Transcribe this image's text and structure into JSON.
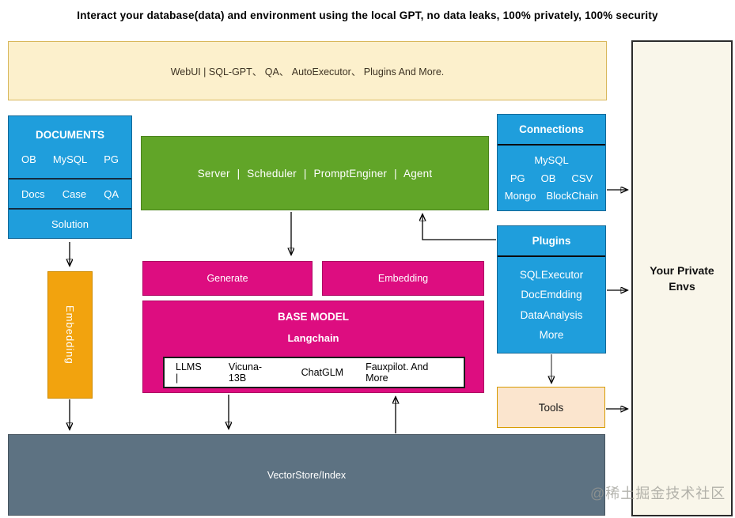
{
  "page_title": "Interact your database(data) and environment using the local GPT, no data leaks, 100% privately, 100% security",
  "banner": {
    "label": "WebUI | SQL-GPT、 QA、 AutoExecutor、 Plugins And More."
  },
  "documents": {
    "title": "DOCUMENTS",
    "row1": [
      "OB",
      "MySQL",
      "PG"
    ],
    "row2": [
      "Docs",
      "Case",
      "QA"
    ],
    "row3": "Solution"
  },
  "core_engine": {
    "label": "Server | Scheduler  | PromptEnginer   |  Agent"
  },
  "connections": {
    "title": "Connections",
    "row1": [
      "MySQL"
    ],
    "row2": [
      "PG",
      "OB",
      "CSV"
    ],
    "row3": [
      "Mongo",
      "BlockChain"
    ]
  },
  "plugins": {
    "title": "Plugins",
    "items": [
      "SQLExecutor",
      "DocEmdding",
      "DataAnalysis",
      "More"
    ]
  },
  "generate": {
    "label": "Generate"
  },
  "embedding_pink": {
    "label": "Embedding"
  },
  "base_model": {
    "title": "BASE MODEL",
    "subtitle": "Langchain",
    "models": [
      "LLMS |",
      "Vicuna-13B",
      "ChatGLM",
      "Fauxpilot. And More"
    ]
  },
  "embedding_orange": {
    "label": "Embedding"
  },
  "tools": {
    "label": "Tools"
  },
  "vector_store": {
    "label": "VectorStore/Index"
  },
  "private_envs": {
    "line1": "Your Private",
    "line2": "Envs"
  },
  "watermark": {
    "label": "@稀土掘金技术社区"
  },
  "colors": {
    "blue": "#1F9EDC",
    "green": "#61A528",
    "pink": "#DD0D80",
    "orange": "#F2A30E",
    "slate": "#5D7282",
    "banner_bg": "#FCF0CC",
    "banner_border": "#D8B75A",
    "tools_bg": "#FBE5CE",
    "tools_border": "#D79B00",
    "envs_bg": "#F9F6EA",
    "watermark": "#9B9B94"
  }
}
